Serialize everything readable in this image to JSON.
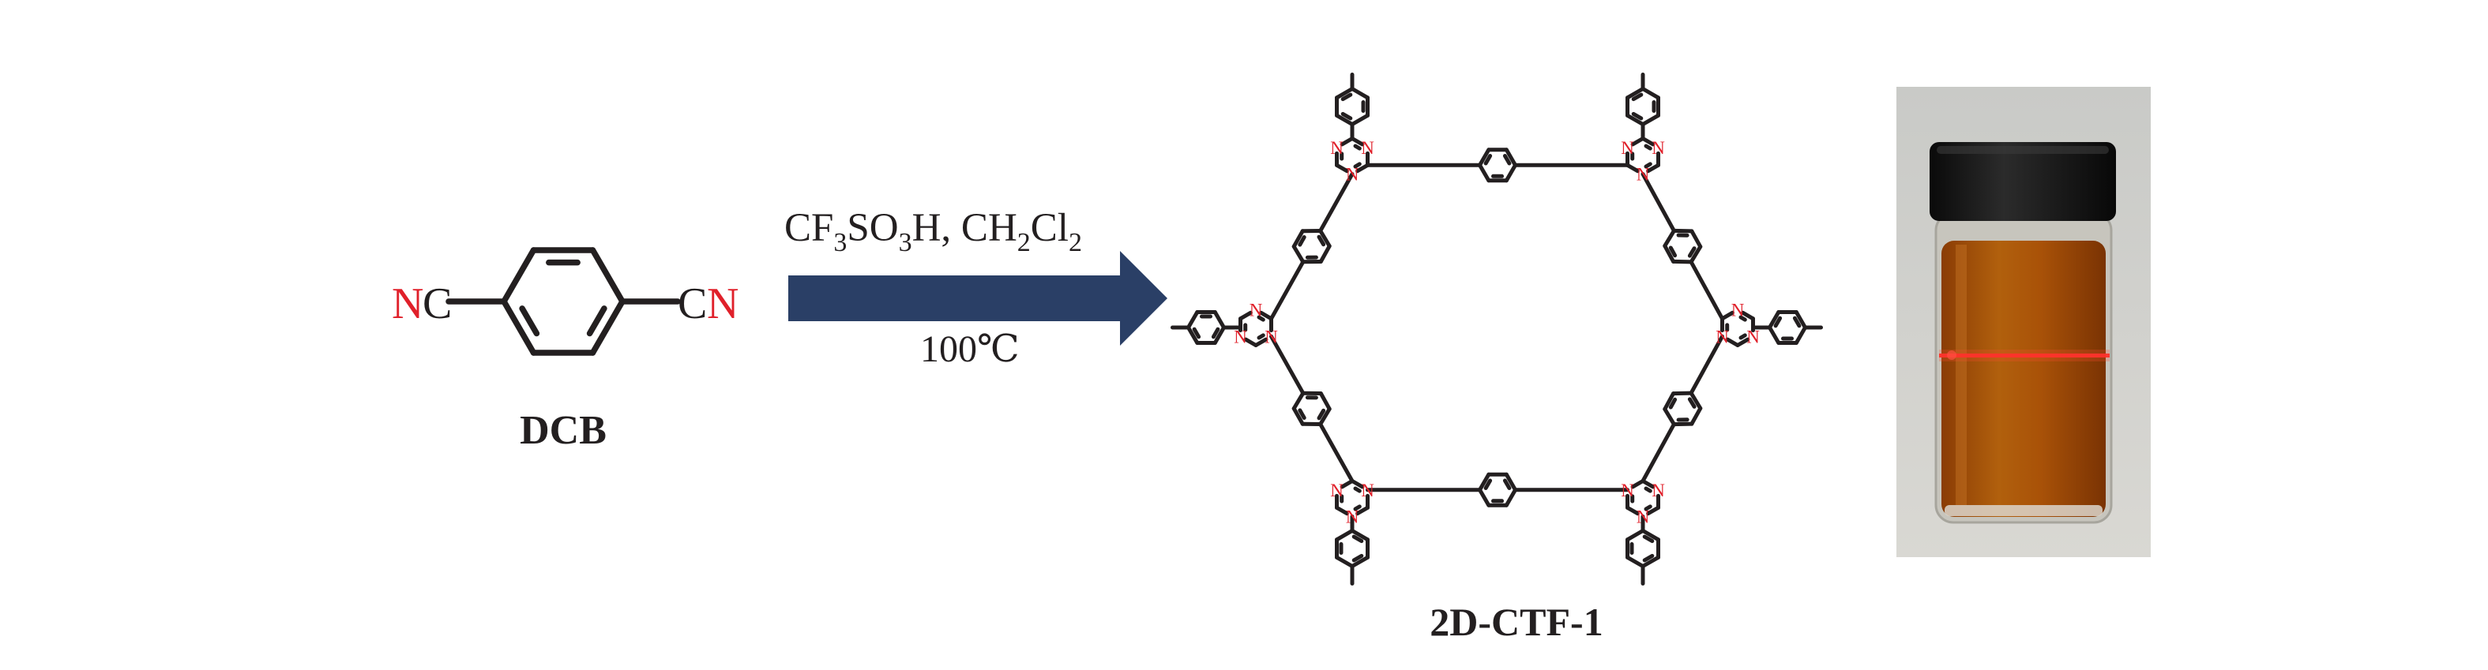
{
  "monomer": {
    "left_group": {
      "n": "N",
      "c": "C"
    },
    "right_group": {
      "c": "C",
      "n": "N"
    },
    "label": "DCB"
  },
  "reaction": {
    "reagents": {
      "t1": "CF",
      "s1": "3",
      "t2": "SO",
      "s2": "3",
      "t3": "H, CH",
      "s3": "2",
      "t4": "Cl",
      "s4": "2"
    },
    "temperature": "100℃"
  },
  "product": {
    "label": "2D-CTF-1",
    "nitrogen_symbol": "N"
  },
  "colors": {
    "bond": "#231f20",
    "nitrogen": "#e0202a",
    "arrow": "#2a3f66",
    "cap": "#141414"
  }
}
